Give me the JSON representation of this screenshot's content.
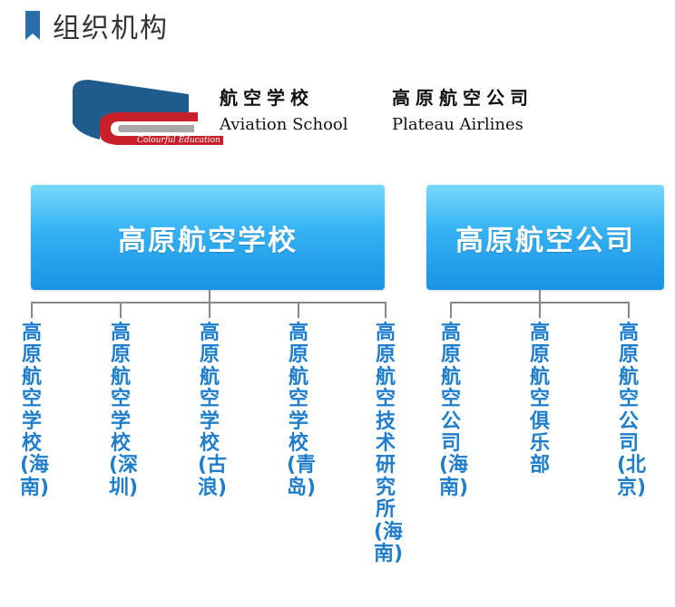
{
  "header": {
    "title": "组织机构",
    "icon": "bookmark-icon"
  },
  "logo": {
    "caption": "Colourful Education",
    "colors": {
      "blue": "#1f5b8c",
      "red": "#c8202a",
      "gray": "#a9a9a9"
    }
  },
  "brands": [
    {
      "cn": "航空学校",
      "en": "Aviation School"
    },
    {
      "cn": "高原航空公司",
      "en": "Plateau Airlines"
    }
  ],
  "school": {
    "title": "高原航空学校",
    "children": [
      {
        "label": "高原航空学校(海南)"
      },
      {
        "label": "高原航空学校(深圳)"
      },
      {
        "label": "高原航空学校(古浪)"
      },
      {
        "label": "高原航空学校(青岛)"
      },
      {
        "label": "高原航空技术研究所(海南)"
      }
    ]
  },
  "airline": {
    "title": "高原航空公司",
    "children": [
      {
        "label": "高原航空公司(海南)"
      },
      {
        "label": "高原航空俱乐部"
      },
      {
        "label": "高原航空公司(北京)"
      }
    ]
  },
  "colors": {
    "box_top": "#79d8fb",
    "box_bottom": "#1993e4",
    "child_text": "#1f7ecb",
    "connector": "#888888"
  }
}
